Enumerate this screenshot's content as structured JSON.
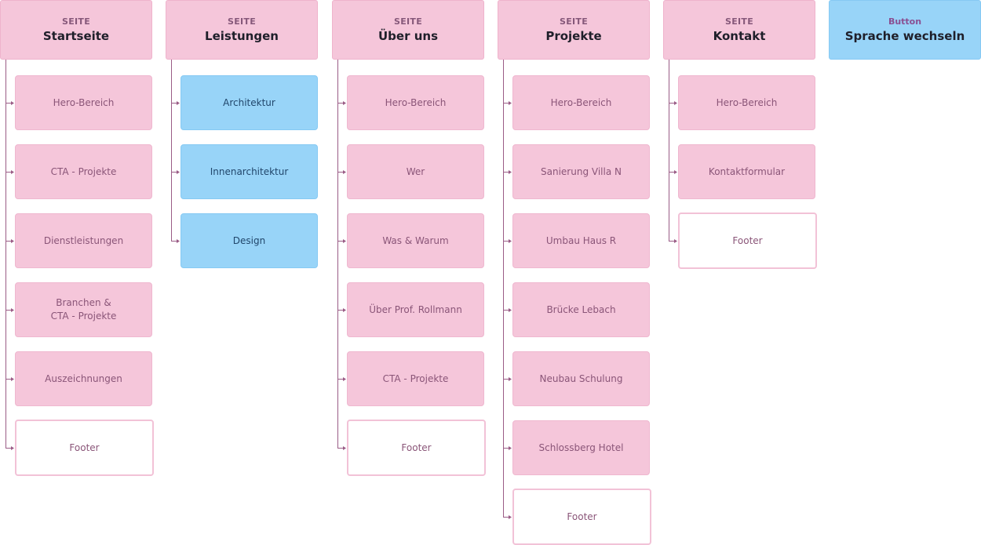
{
  "colors": {
    "page_card": "#f5c6da",
    "button_card": "#98d4f8",
    "footer_border": "#f2c2d7",
    "connector": "#9a5c86"
  },
  "columns": [
    {
      "kind": "SEITE",
      "title": "Startseite",
      "items": [
        {
          "label": "Hero-Bereich",
          "style": "page"
        },
        {
          "label": "CTA - Projekte",
          "style": "page"
        },
        {
          "label": "Dienstleistungen",
          "style": "page"
        },
        {
          "label": "Branchen &\nCTA - Projekte",
          "style": "page"
        },
        {
          "label": "Auszeichnungen",
          "style": "page"
        },
        {
          "label": "Footer",
          "style": "footer"
        }
      ]
    },
    {
      "kind": "SEITE",
      "title": "Leistungen",
      "items": [
        {
          "label": "Architektur",
          "style": "blue"
        },
        {
          "label": "Innenarchitektur",
          "style": "blue"
        },
        {
          "label": "Design",
          "style": "blue"
        }
      ]
    },
    {
      "kind": "SEITE",
      "title": "Über uns",
      "items": [
        {
          "label": "Hero-Bereich",
          "style": "page"
        },
        {
          "label": "Wer",
          "style": "page"
        },
        {
          "label": "Was & Warum",
          "style": "page"
        },
        {
          "label": "Über Prof. Rollmann",
          "style": "page"
        },
        {
          "label": "CTA - Projekte",
          "style": "page"
        },
        {
          "label": "Footer",
          "style": "footer"
        }
      ]
    },
    {
      "kind": "SEITE",
      "title": "Projekte",
      "items": [
        {
          "label": "Hero-Bereich",
          "style": "page"
        },
        {
          "label": "Sanierung Villa N",
          "style": "page"
        },
        {
          "label": "Umbau Haus R",
          "style": "page"
        },
        {
          "label": "Brücke Lebach",
          "style": "page"
        },
        {
          "label": "Neubau Schulung",
          "style": "page"
        },
        {
          "label": "Schlossberg Hotel",
          "style": "page"
        },
        {
          "label": "Footer",
          "style": "footer"
        }
      ]
    },
    {
      "kind": "SEITE",
      "title": "Kontakt",
      "items": [
        {
          "label": "Hero-Bereich",
          "style": "page"
        },
        {
          "label": "Kontaktformular",
          "style": "page"
        },
        {
          "label": "Footer",
          "style": "footer"
        }
      ]
    },
    {
      "kind": "Button",
      "title": "Sprache wechseln",
      "items": []
    }
  ]
}
